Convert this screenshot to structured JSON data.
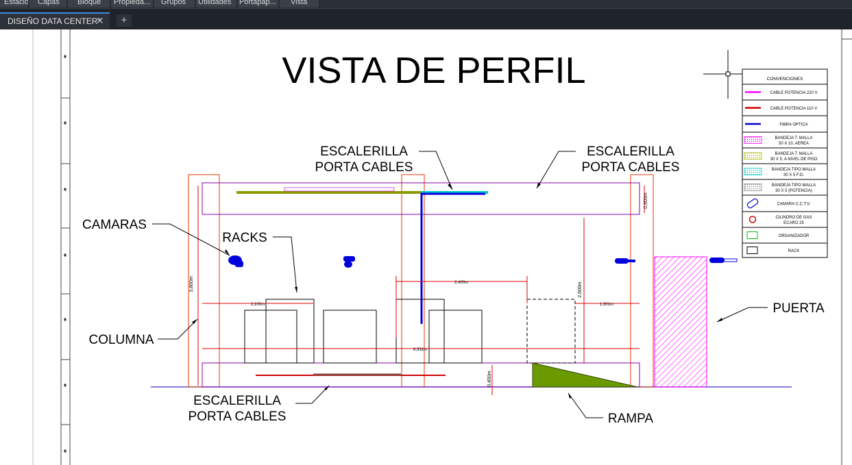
{
  "ribbon": {
    "tabs": [
      "Estación",
      "Capas",
      "Bloque",
      "Propieda...",
      "Grupos",
      "Utilidades",
      "Portapap...",
      "Vista"
    ]
  },
  "document": {
    "tab_title": "DISEÑO DATA CENTER*",
    "close_symbol": "✕",
    "new_tab_symbol": "+"
  },
  "drawing": {
    "title": "VISTA DE PERFIL",
    "labels": {
      "escalerilla_left": [
        "ESCALERILLA",
        "PORTA CABLES"
      ],
      "escalerilla_right": [
        "ESCALERILLA",
        "PORTA CABLES"
      ],
      "escalerilla_bottom": [
        "ESCALERILLA",
        "PORTA CABLES"
      ],
      "camaras": "CAMARAS",
      "racks": "RACKS",
      "columna": "COLUMNA",
      "puerta": "PUERTA",
      "rampa": "RAMPA"
    },
    "dimensions": {
      "height_left": "3,800m",
      "height_right": "2,600m",
      "top_right": "0,600m",
      "bottom_small": "0,450m",
      "rack_span": "2,100m",
      "mid_span": "2,400m",
      "right_span": "1,301m",
      "total_span": "6,331m"
    }
  },
  "legend": {
    "title": "CONVENCIONES",
    "items": [
      {
        "symbol": "line",
        "color": "#ff00ff",
        "label": [
          "CABLE POTENCIA 220 V"
        ]
      },
      {
        "symbol": "line",
        "color": "#cc0000",
        "label": [
          "CABLE POTENCIA 110 V"
        ]
      },
      {
        "symbol": "line",
        "color": "#0000cc",
        "label": [
          "FIBRA OPTICA"
        ]
      },
      {
        "symbol": "hatch",
        "color": "#ff00ff",
        "label": [
          "BANDEJA T. MALLA",
          "50 X 10, AEREA"
        ]
      },
      {
        "symbol": "hatch",
        "color": "#b5b500",
        "label": [
          "BANDEJA T. MALLA",
          "30 X 5, A NIVEL DE PISO"
        ]
      },
      {
        "symbol": "hatch",
        "color": "#00cccc",
        "label": [
          "BANDEJA TIPO MALLA",
          "30 X 5 F.O."
        ]
      },
      {
        "symbol": "hatch",
        "color": "#888888",
        "label": [
          "BANDEJA TIPO MALLA",
          "30 X 5 (POTENCIA)"
        ]
      },
      {
        "symbol": "camera-icon",
        "color": "#0000cc",
        "label": [
          "CAMARA C.C.T.V."
        ]
      },
      {
        "symbol": "gas-cylinder-icon",
        "color": "#cc0000",
        "label": [
          "CILINDRO DE GAS",
          "ECARO 25"
        ]
      },
      {
        "symbol": "box",
        "color": "#00bb00",
        "label": [
          "ORGANIZADOR"
        ]
      },
      {
        "symbol": "box",
        "color": "#000000",
        "label": [
          "RACK"
        ]
      }
    ]
  }
}
